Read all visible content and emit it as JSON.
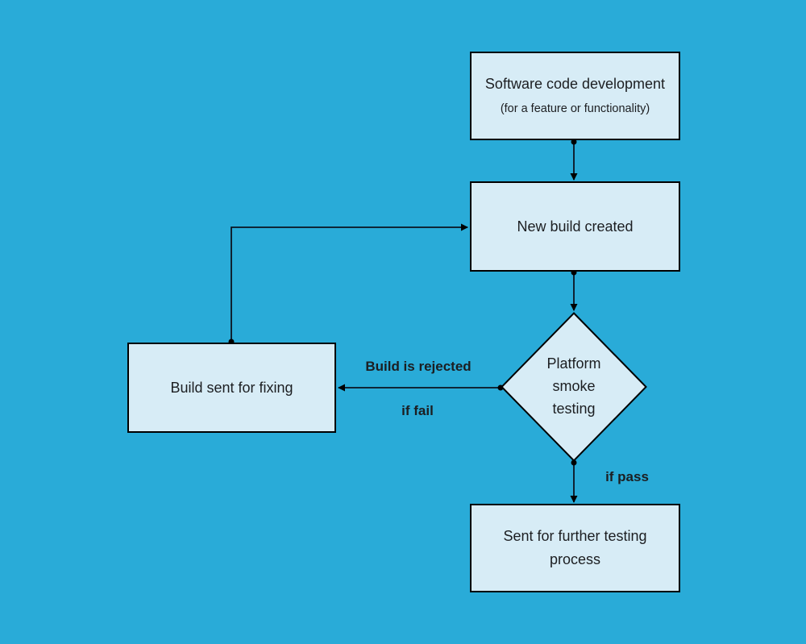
{
  "theme": {
    "background": "#29ABD8",
    "node_fill": "#D7ECF6",
    "stroke": "#000000",
    "text_color": "#1C1E21"
  },
  "nodes": {
    "software_dev": {
      "title": "Software code development",
      "subtitle": "(for a feature or functionality)"
    },
    "new_build": {
      "label": "New build created"
    },
    "smoke_testing": {
      "label": "Platform smoke testing"
    },
    "build_fixing": {
      "label": "Build sent for fixing"
    },
    "further_testing": {
      "label": "Sent for further testing process"
    }
  },
  "edge_labels": {
    "rejected": "Build is rejected",
    "if_fail": "if fail",
    "if_pass": "if pass"
  }
}
